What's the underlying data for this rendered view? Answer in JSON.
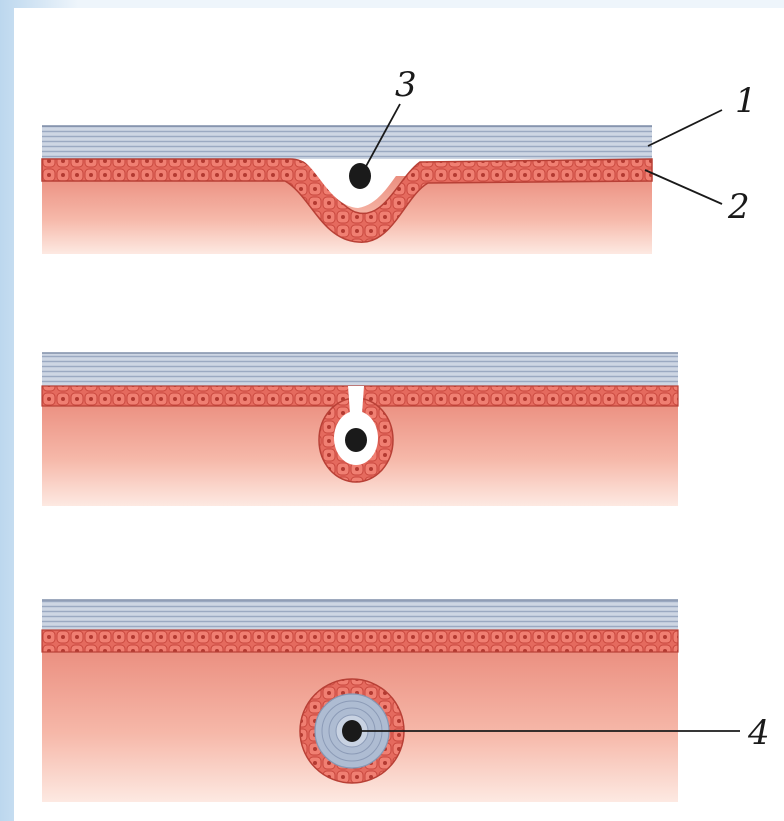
{
  "colors": {
    "frame_blue": "#cfe3f4",
    "paper": "#ffffff",
    "stratum_corneum": "#b7c3d6",
    "stratum_corneum_line": "#9aa8c0",
    "basal_cells": "#e66f62",
    "dermis_top": "#f0a295",
    "dermis_bottom": "#fde5dc",
    "nucleus": "#1a1a1a"
  },
  "stages": [
    "stage-1-invagination",
    "stage-2-pinching-off",
    "stage-3-epidermal-cyst"
  ],
  "labels": {
    "l1": "1",
    "l2": "2",
    "l3": "3",
    "l4": "4"
  }
}
